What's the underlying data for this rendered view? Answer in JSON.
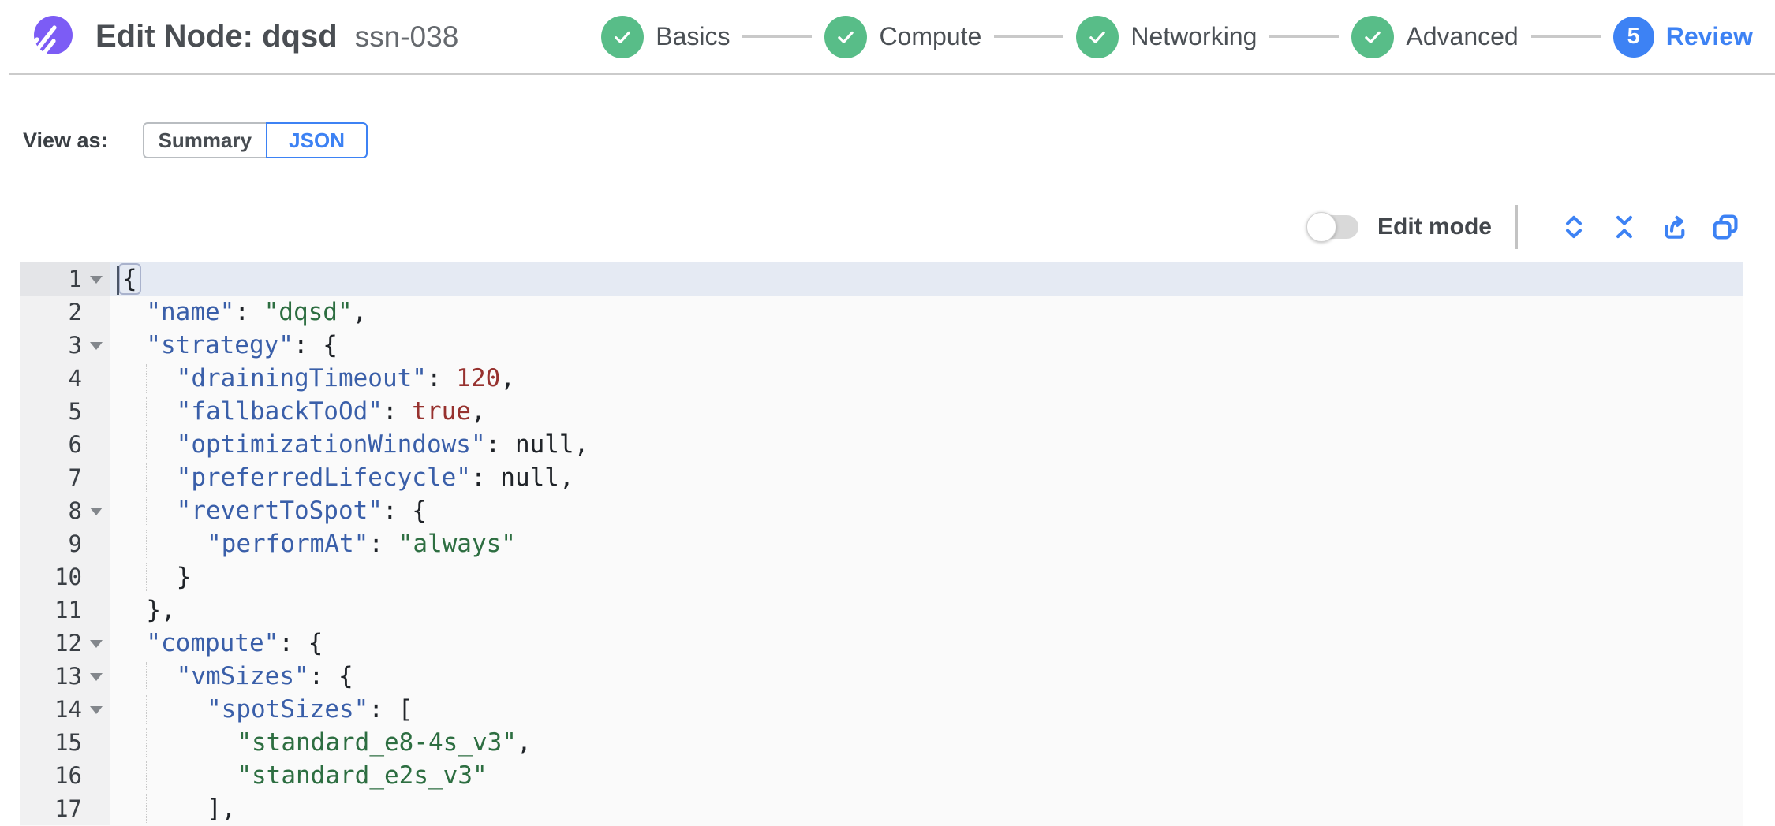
{
  "header": {
    "title": "Edit Node: dqsd",
    "node_id": "ssn-038",
    "steps": [
      {
        "label": "Basics",
        "state": "done"
      },
      {
        "label": "Compute",
        "state": "done"
      },
      {
        "label": "Networking",
        "state": "done"
      },
      {
        "label": "Advanced",
        "state": "done"
      },
      {
        "label": "Review",
        "state": "current",
        "number": "5"
      }
    ]
  },
  "view_as": {
    "label": "View as:",
    "options": [
      {
        "label": "Summary",
        "active": false
      },
      {
        "label": "JSON",
        "active": true
      }
    ]
  },
  "toolbar": {
    "edit_mode_label": "Edit mode",
    "edit_mode_on": false,
    "icons": [
      "expand-all-icon",
      "collapse-all-icon",
      "export-icon",
      "copy-icon"
    ]
  },
  "editor": {
    "active_line": 1,
    "lines": [
      {
        "n": 1,
        "text": "{",
        "fold": true,
        "active": true
      },
      {
        "n": 2,
        "text": "  \"name\": \"dqsd\","
      },
      {
        "n": 3,
        "text": "  \"strategy\": {",
        "fold": true
      },
      {
        "n": 4,
        "text": "    \"drainingTimeout\": 120,"
      },
      {
        "n": 5,
        "text": "    \"fallbackToOd\": true,"
      },
      {
        "n": 6,
        "text": "    \"optimizationWindows\": null,"
      },
      {
        "n": 7,
        "text": "    \"preferredLifecycle\": null,"
      },
      {
        "n": 8,
        "text": "    \"revertToSpot\": {",
        "fold": true
      },
      {
        "n": 9,
        "text": "      \"performAt\": \"always\""
      },
      {
        "n": 10,
        "text": "    }"
      },
      {
        "n": 11,
        "text": "  },"
      },
      {
        "n": 12,
        "text": "  \"compute\": {",
        "fold": true
      },
      {
        "n": 13,
        "text": "    \"vmSizes\": {",
        "fold": true
      },
      {
        "n": 14,
        "text": "      \"spotSizes\": [",
        "fold": true
      },
      {
        "n": 15,
        "text": "        \"standard_e8-4s_v3\","
      },
      {
        "n": 16,
        "text": "        \"standard_e2s_v3\""
      },
      {
        "n": 17,
        "text": "      ],"
      }
    ]
  },
  "colors": {
    "accent": "#3d82f4",
    "green": "#58bd88",
    "purple": "#7c5cf5",
    "tok-key": "#3a5fa9",
    "tok-string": "#2d6e41",
    "tok-number": "#97322f",
    "tok-null": "#1f2328"
  }
}
